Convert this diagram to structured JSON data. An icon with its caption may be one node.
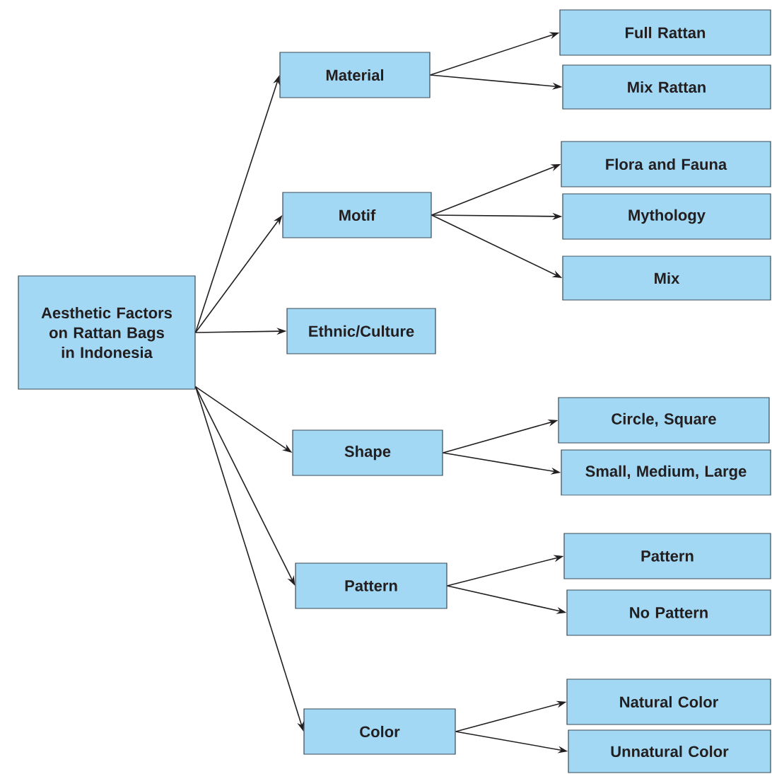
{
  "diagram": {
    "nodes": [
      {
        "text": [
          "Aesthetic Factors on Rattan Bags in Indonesia"
        ]
      },
      {
        "text": [
          "Material"
        ]
      },
      {
        "text": [
          "Full Rattan"
        ]
      },
      {
        "text": [
          "Mix Rattan"
        ]
      },
      {
        "text": [
          "Motif"
        ]
      },
      {
        "text": [
          "Flora and Fauna"
        ]
      },
      {
        "text": [
          "Mythology"
        ]
      },
      {
        "text": [
          "Mix"
        ]
      },
      {
        "text": [
          "Ethnic/Culture"
        ]
      },
      {
        "text": [
          "Shape"
        ]
      },
      {
        "text": [
          "Circle, Square"
        ]
      },
      {
        "text": [
          "Small, Medium, Large"
        ]
      },
      {
        "text": [
          "Pattern"
        ]
      },
      {
        "text": [
          "Pattern"
        ]
      },
      {
        "text": [
          "No Pattern"
        ]
      },
      {
        "text": [
          "Color"
        ]
      },
      {
        "text": [
          "Natural Color"
        ]
      },
      {
        "text": [
          "Unnatural Color"
        ]
      }
    ],
    "edges": [
      {
        "from": 0,
        "to": 1,
        "arrow": "to"
      },
      {
        "from": 0,
        "to": 4,
        "arrow": "to"
      },
      {
        "from": 0,
        "to": 8,
        "arrow": "to"
      },
      {
        "from": 0,
        "to": 9,
        "arrow": "to"
      },
      {
        "from": 0,
        "to": 12,
        "arrow": "to"
      },
      {
        "from": 0,
        "to": 15,
        "arrow": "to"
      },
      {
        "from": 1,
        "to": 2,
        "arrow": "to"
      },
      {
        "from": 1,
        "to": 3,
        "arrow": "to"
      },
      {
        "from": 4,
        "to": 5,
        "arrow": "to"
      },
      {
        "from": 4,
        "to": 6,
        "arrow": "to"
      },
      {
        "from": 4,
        "to": 7,
        "arrow": "to"
      },
      {
        "from": 9,
        "to": 10,
        "arrow": "to"
      },
      {
        "from": 9,
        "to": 11,
        "arrow": "to"
      },
      {
        "from": 12,
        "to": 13,
        "arrow": "to"
      },
      {
        "from": 12,
        "to": 14,
        "arrow": "to"
      },
      {
        "from": 15,
        "to": 16,
        "arrow": "to"
      },
      {
        "from": 15,
        "to": 17,
        "arrow": "to"
      }
    ]
  }
}
